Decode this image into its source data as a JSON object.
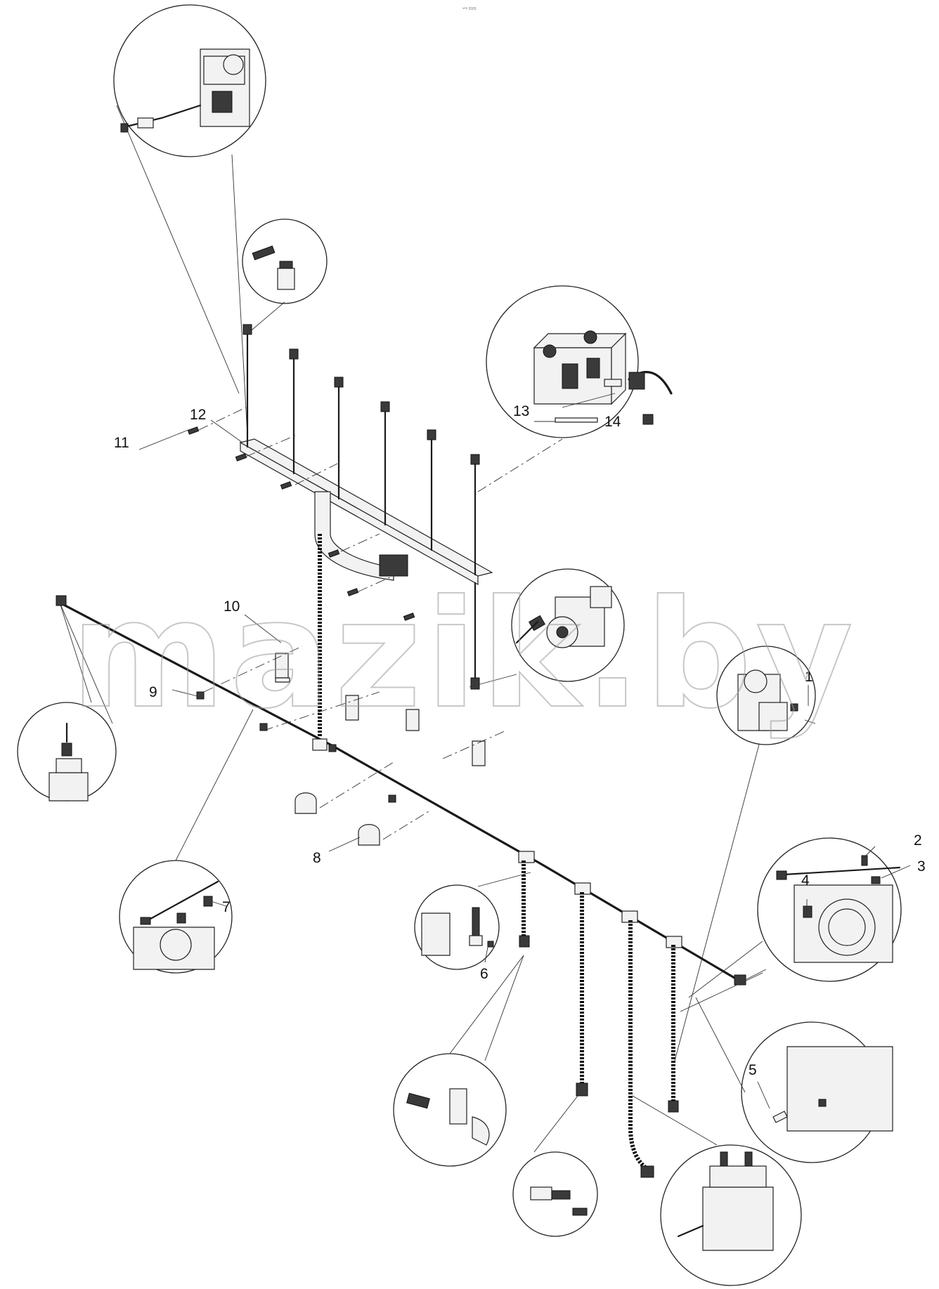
{
  "header_mark": "ᴹᵀᴮ 2005",
  "watermark": "mazik.by",
  "callouts": [
    {
      "id": "1",
      "label": "1"
    },
    {
      "id": "2",
      "label": "2"
    },
    {
      "id": "3",
      "label": "3"
    },
    {
      "id": "4",
      "label": "4"
    },
    {
      "id": "5",
      "label": "5"
    },
    {
      "id": "6",
      "label": "6"
    },
    {
      "id": "7",
      "label": "7"
    },
    {
      "id": "8",
      "label": "8"
    },
    {
      "id": "9",
      "label": "9"
    },
    {
      "id": "10",
      "label": "10"
    },
    {
      "id": "11",
      "label": "11"
    },
    {
      "id": "12",
      "label": "12"
    },
    {
      "id": "13",
      "label": "13"
    },
    {
      "id": "14",
      "label": "14"
    }
  ]
}
